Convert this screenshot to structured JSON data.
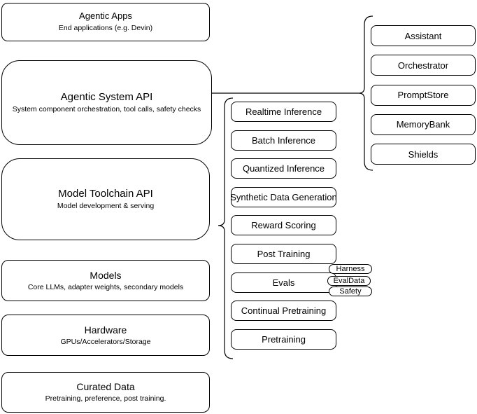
{
  "diagram": {
    "left_stack": [
      {
        "title": "Agentic Apps",
        "subtitle": "End applications (e.g. Devin)"
      },
      {
        "title": "Agentic System API",
        "subtitle": "System component orchestration, tool calls, safety checks"
      },
      {
        "title": "Model Toolchain API",
        "subtitle": "Model development & serving"
      },
      {
        "title": "Models",
        "subtitle": "Core LLMs, adapter weights, secondary models"
      },
      {
        "title": "Hardware",
        "subtitle": "GPUs/Accelerators/Storage"
      },
      {
        "title": "Curated Data",
        "subtitle": "Pretraining, preference, post training."
      }
    ],
    "toolchain_items": [
      "Realtime Inference",
      "Batch Inference",
      "Quantized Inference",
      "Synthetic Data Generation",
      "Reward Scoring",
      "Post Training",
      "Evals",
      "Continual Pretraining",
      "Pretraining"
    ],
    "evals_tags": [
      "Harness",
      "EvalData",
      "Safety"
    ],
    "system_components": [
      "Assistant",
      "Orchestrator",
      "PromptStore",
      "MemoryBank",
      "Shields"
    ],
    "colors": {
      "stroke": "#000000",
      "fill": "#ffffff",
      "background": "#ffffff",
      "text": "#000000"
    }
  }
}
